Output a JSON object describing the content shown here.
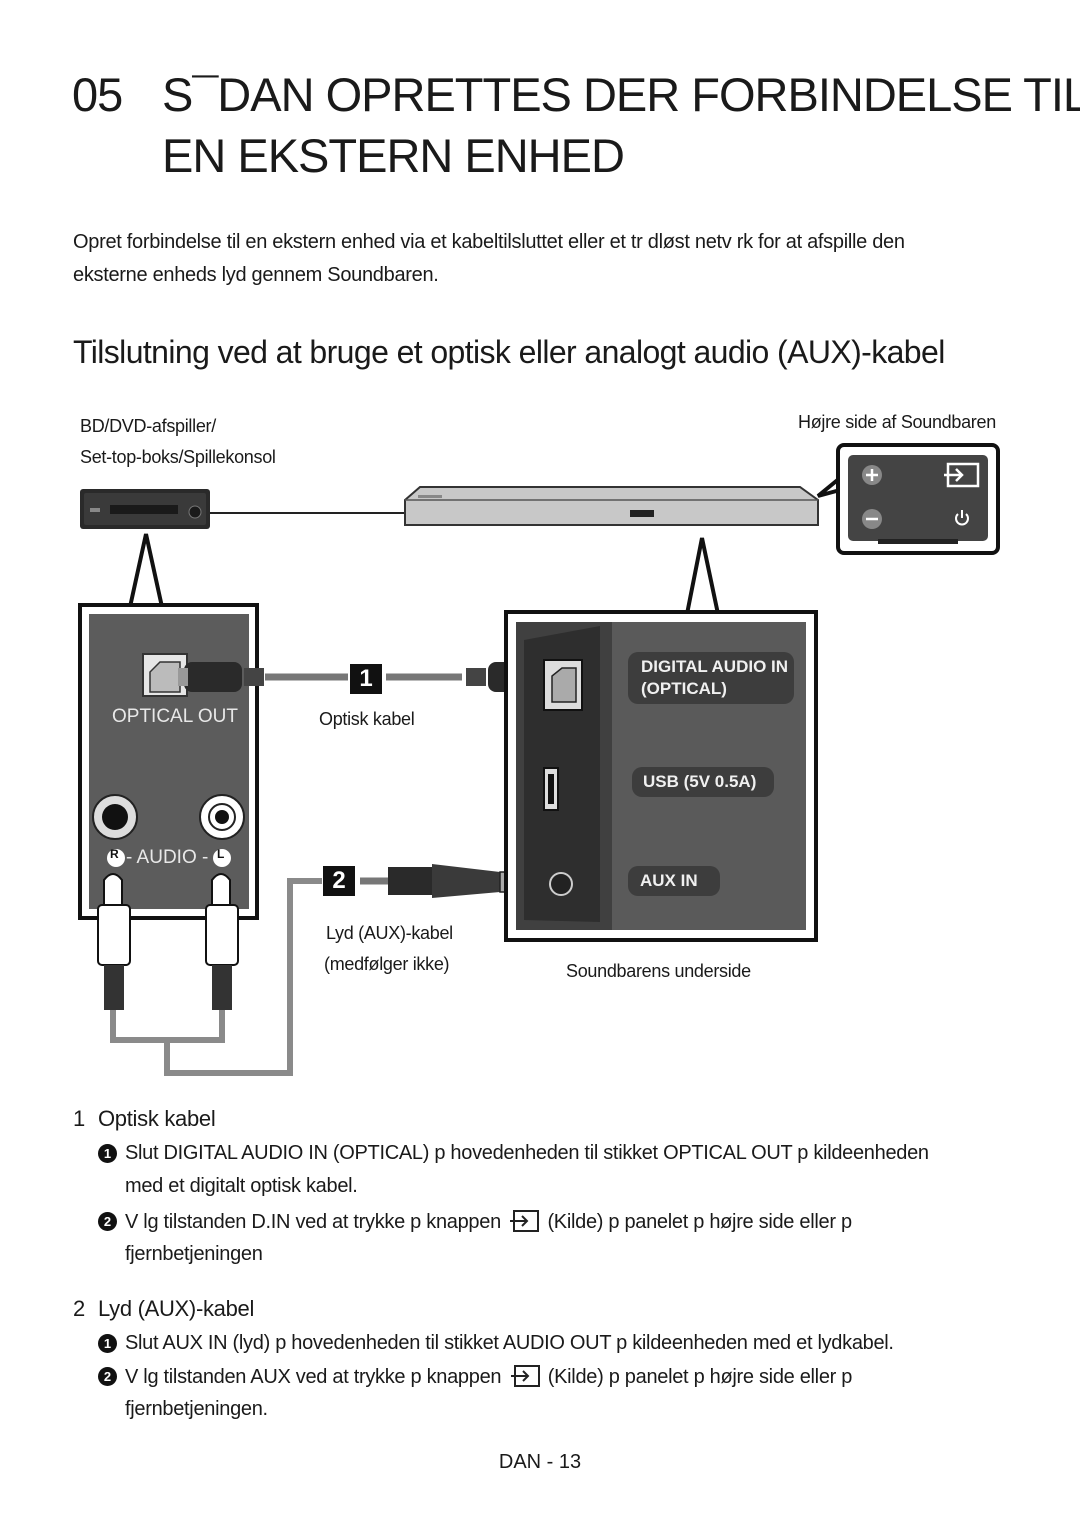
{
  "heading": {
    "number": "05",
    "line1": "S¯DAN OPRETTES DER FORBINDELSE TIL",
    "line2": "EN EKSTERN ENHED"
  },
  "intro": {
    "line1": "Opret forbindelse til en ekstern enhed via et kabeltilsluttet eller et tr dløst netv rk for at afspille den",
    "line2": "eksterne enheds lyd gennem Soundbaren."
  },
  "subheading": "Tilslutning ved at bruge et optisk eller analogt audio (AUX)-kabel",
  "diagram": {
    "source_device_label_1": "BD/DVD-afspiller/",
    "source_device_label_2": "Set-top-boks/Spillekonsol",
    "right_side_label": "Højre side af Soundbaren",
    "optical_out_port": "OPTICAL OUT",
    "audio_port_label": "- AUDIO -",
    "audio_r": "R",
    "audio_l": "L",
    "marker_1": "1",
    "marker_2": "2",
    "optical_cable_label": "Optisk kabel",
    "aux_cable_label_1": "Lyd (AUX)-kabel",
    "aux_cable_label_2": "(medfølger ikke)",
    "digital_audio_in_1": "DIGITAL AUDIO IN",
    "digital_audio_in_2": "(OPTICAL)",
    "usb_label": "USB (5V 0.5A)",
    "aux_in_label": "AUX IN",
    "underside_label": "Soundbarens underside"
  },
  "sections": [
    {
      "number": "1",
      "title": "Optisk kabel",
      "steps": [
        {
          "bullet": "1",
          "line1": "Slut DIGITAL AUDIO IN (OPTICAL) p  hovedenheden til stikket OPTICAL OUT p  kildeenheden",
          "line2": "med et digitalt optisk kabel."
        },
        {
          "bullet": "2",
          "pre": "V lg tilstanden    D.IN  ved at trykke p  knappen",
          "post": "(Kilde) p  panelet p  højre side eller p",
          "line2": "fjernbetjeningen"
        }
      ]
    },
    {
      "number": "2",
      "title": "Lyd (AUX)-kabel",
      "steps": [
        {
          "bullet": "1",
          "line1": "Slut AUX IN (lyd) p  hovedenheden til stikket AUDIO OUT p  kildeenheden med et lydkabel."
        },
        {
          "bullet": "2",
          "pre": "V lg tilstanden    AUX  ved at trykke p  knappen",
          "post": "(Kilde) p  panelet p  højre side eller p",
          "line2": "fjernbetjeningen."
        }
      ]
    }
  ],
  "footer": "DAN - 13"
}
